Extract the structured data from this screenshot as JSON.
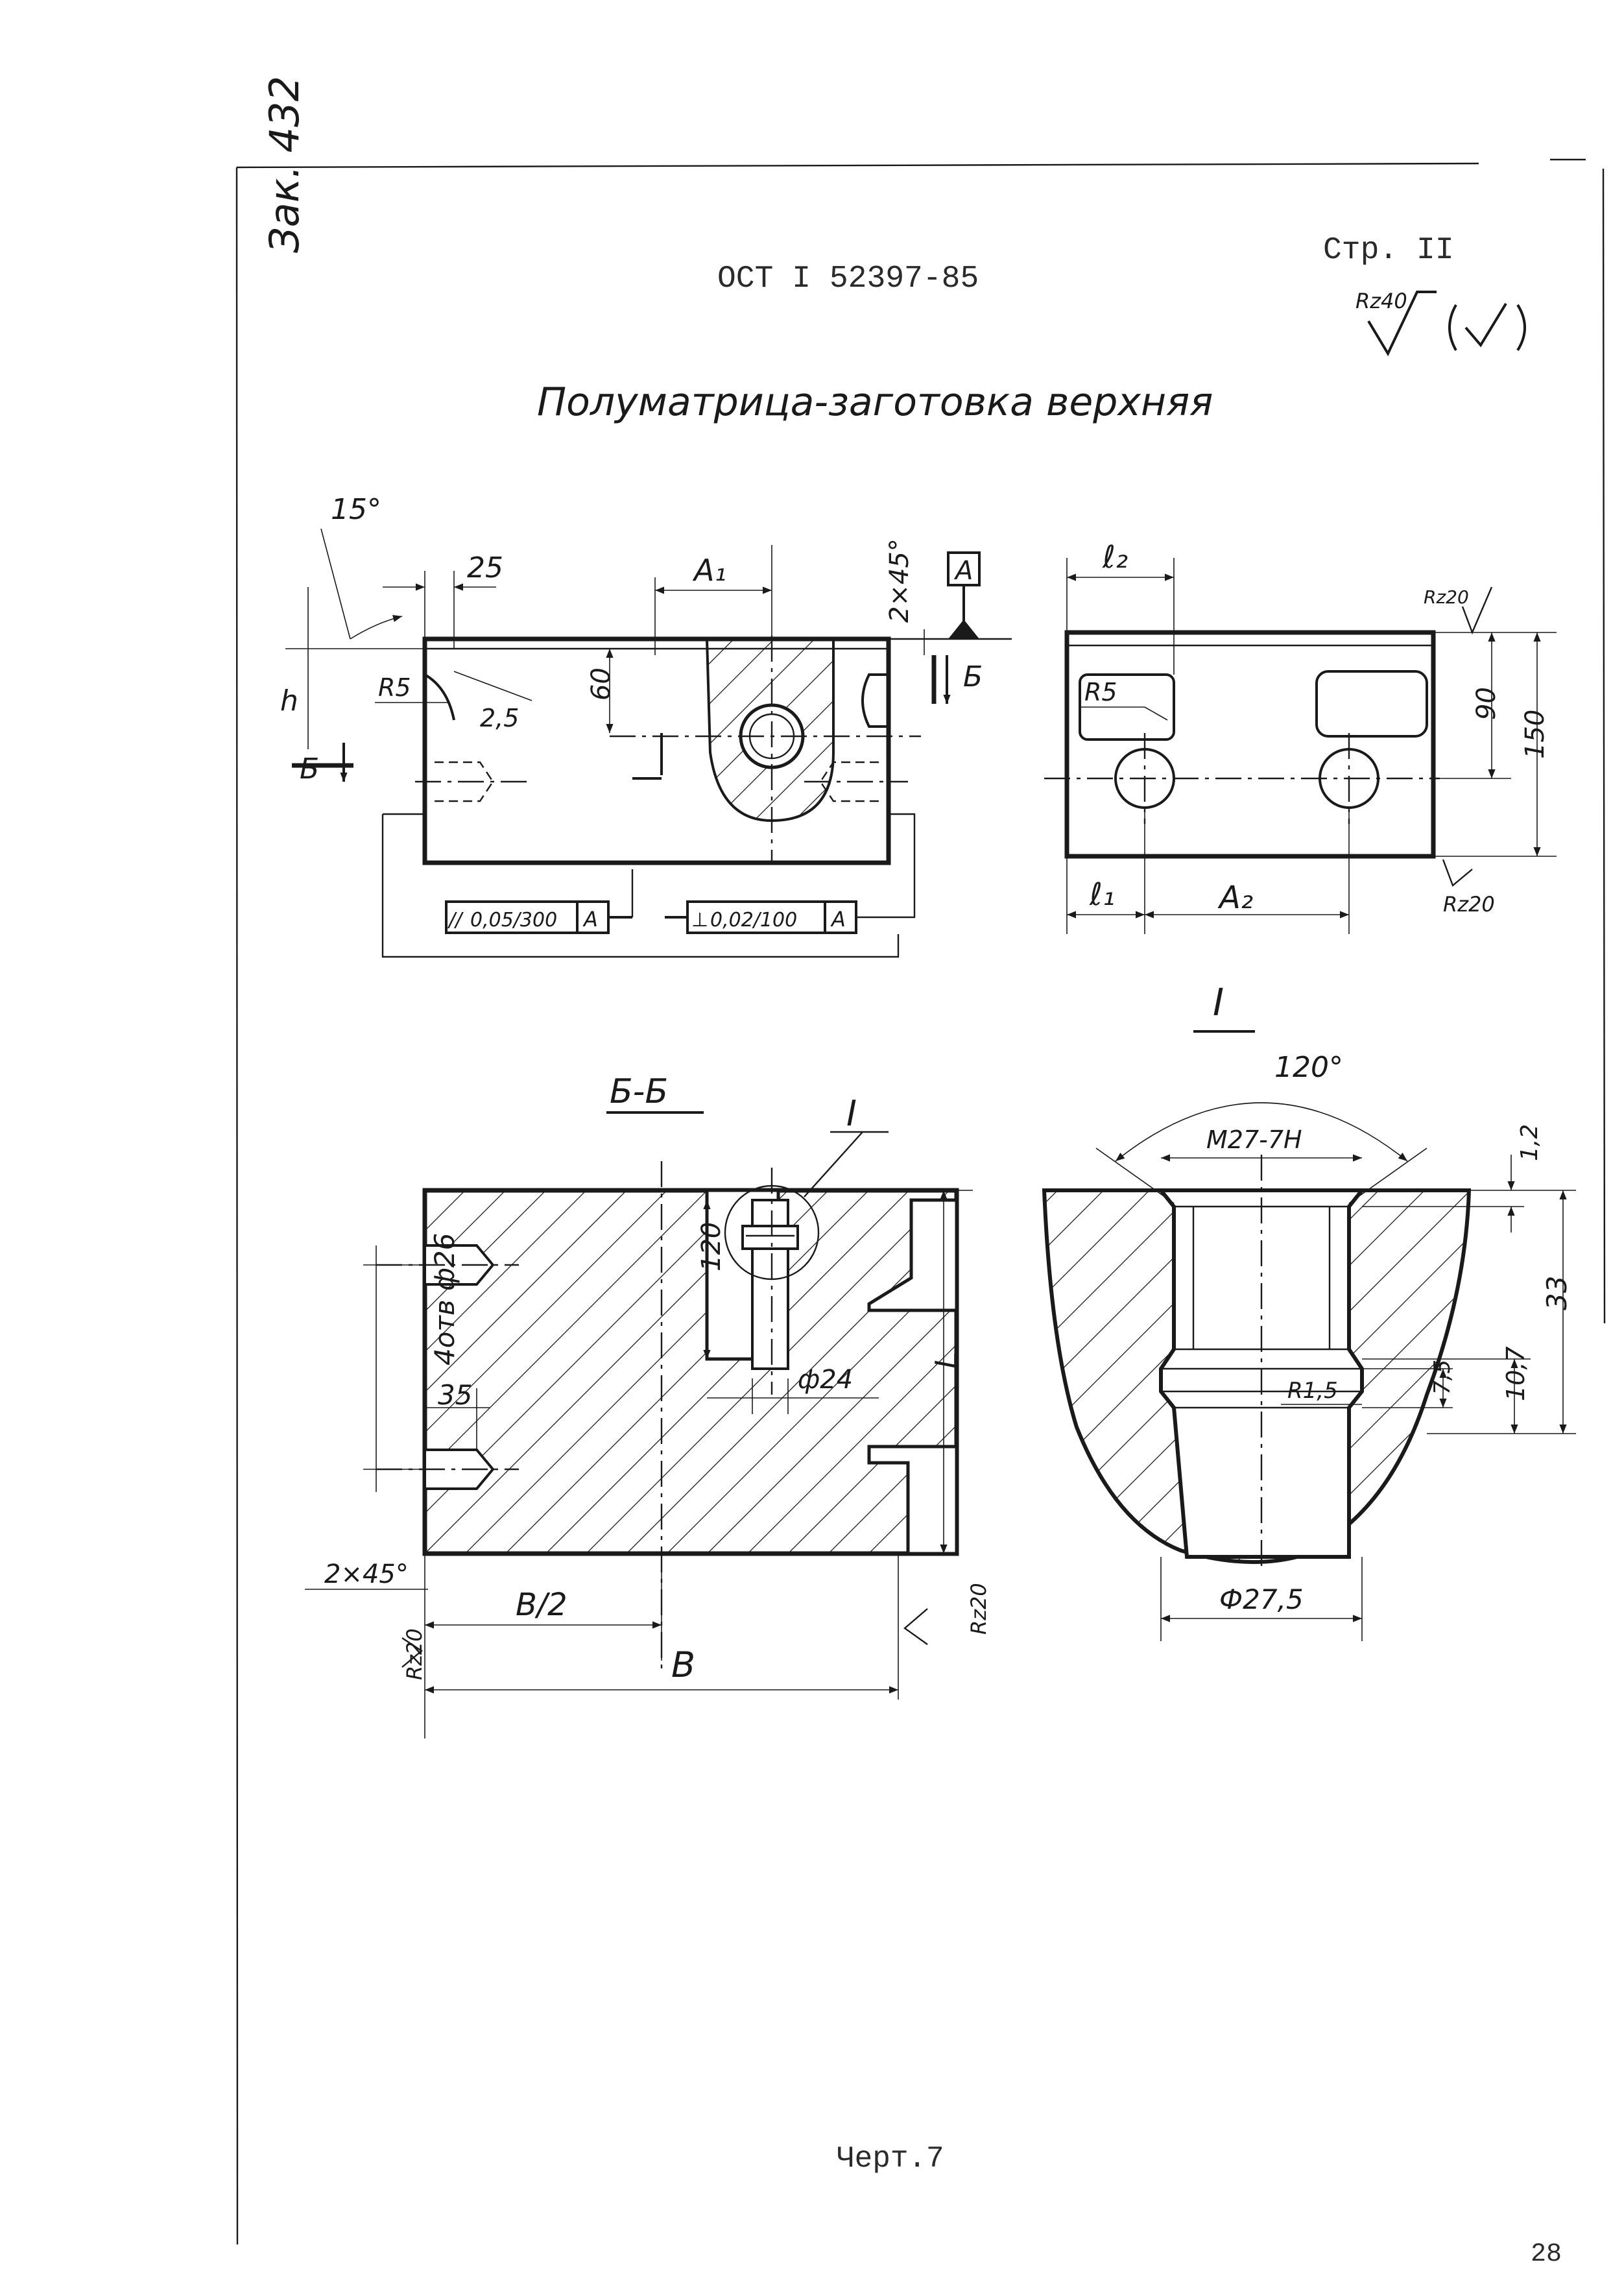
{
  "margin_note": "Зак. 432",
  "page_ref": "Стр. II",
  "doc_code": "ОСТ I 52397-85",
  "roughness_general": "Rz40",
  "title": "Полуматрица-заготовка верхняя",
  "front_view": {
    "angle": "15°",
    "dim_25": "25",
    "dim_a1": "A₁",
    "chamfer": "2×45°",
    "datum": "A",
    "section_mark_left": "Б",
    "section_mark_right": "Б",
    "dim_h": "h",
    "radius": "R5",
    "dim_2_5": "2,5",
    "dim_60": "60",
    "parallelism_value": "0,05/300",
    "parallelism_datum": "A",
    "perpendicularity_value": "0,02/100",
    "perpendicularity_datum": "A"
  },
  "side_view": {
    "dim_l2": "ℓ₂",
    "roughness_top": "Rz20",
    "radius": "R5",
    "dim_90": "90",
    "dim_150": "150",
    "dim_l1": "ℓ₁",
    "dim_a2": "A₂",
    "roughness_bottom": "Rz20"
  },
  "section_view": {
    "label": "Б-Б",
    "detail_ref": "I",
    "holes_note": "4отв ф26",
    "dim_35": "35",
    "dim_120": "120",
    "dia_24": "ф24",
    "dim_l": "L",
    "chamfer": "2×45°",
    "dim_b2": "B/2",
    "dim_b": "B",
    "roughness_left": "Rz20",
    "roughness_right": "Rz20"
  },
  "detail_view": {
    "label": "I",
    "angle": "120°",
    "thread": "M27-7H",
    "dim_1_2": "1,2",
    "dim_33": "33",
    "radius": "R1,5",
    "dim_7_5": "7,5",
    "dim_10_7": "10,7",
    "dia": "Ф27,5"
  },
  "caption": "Черт.7",
  "page_number": "28"
}
